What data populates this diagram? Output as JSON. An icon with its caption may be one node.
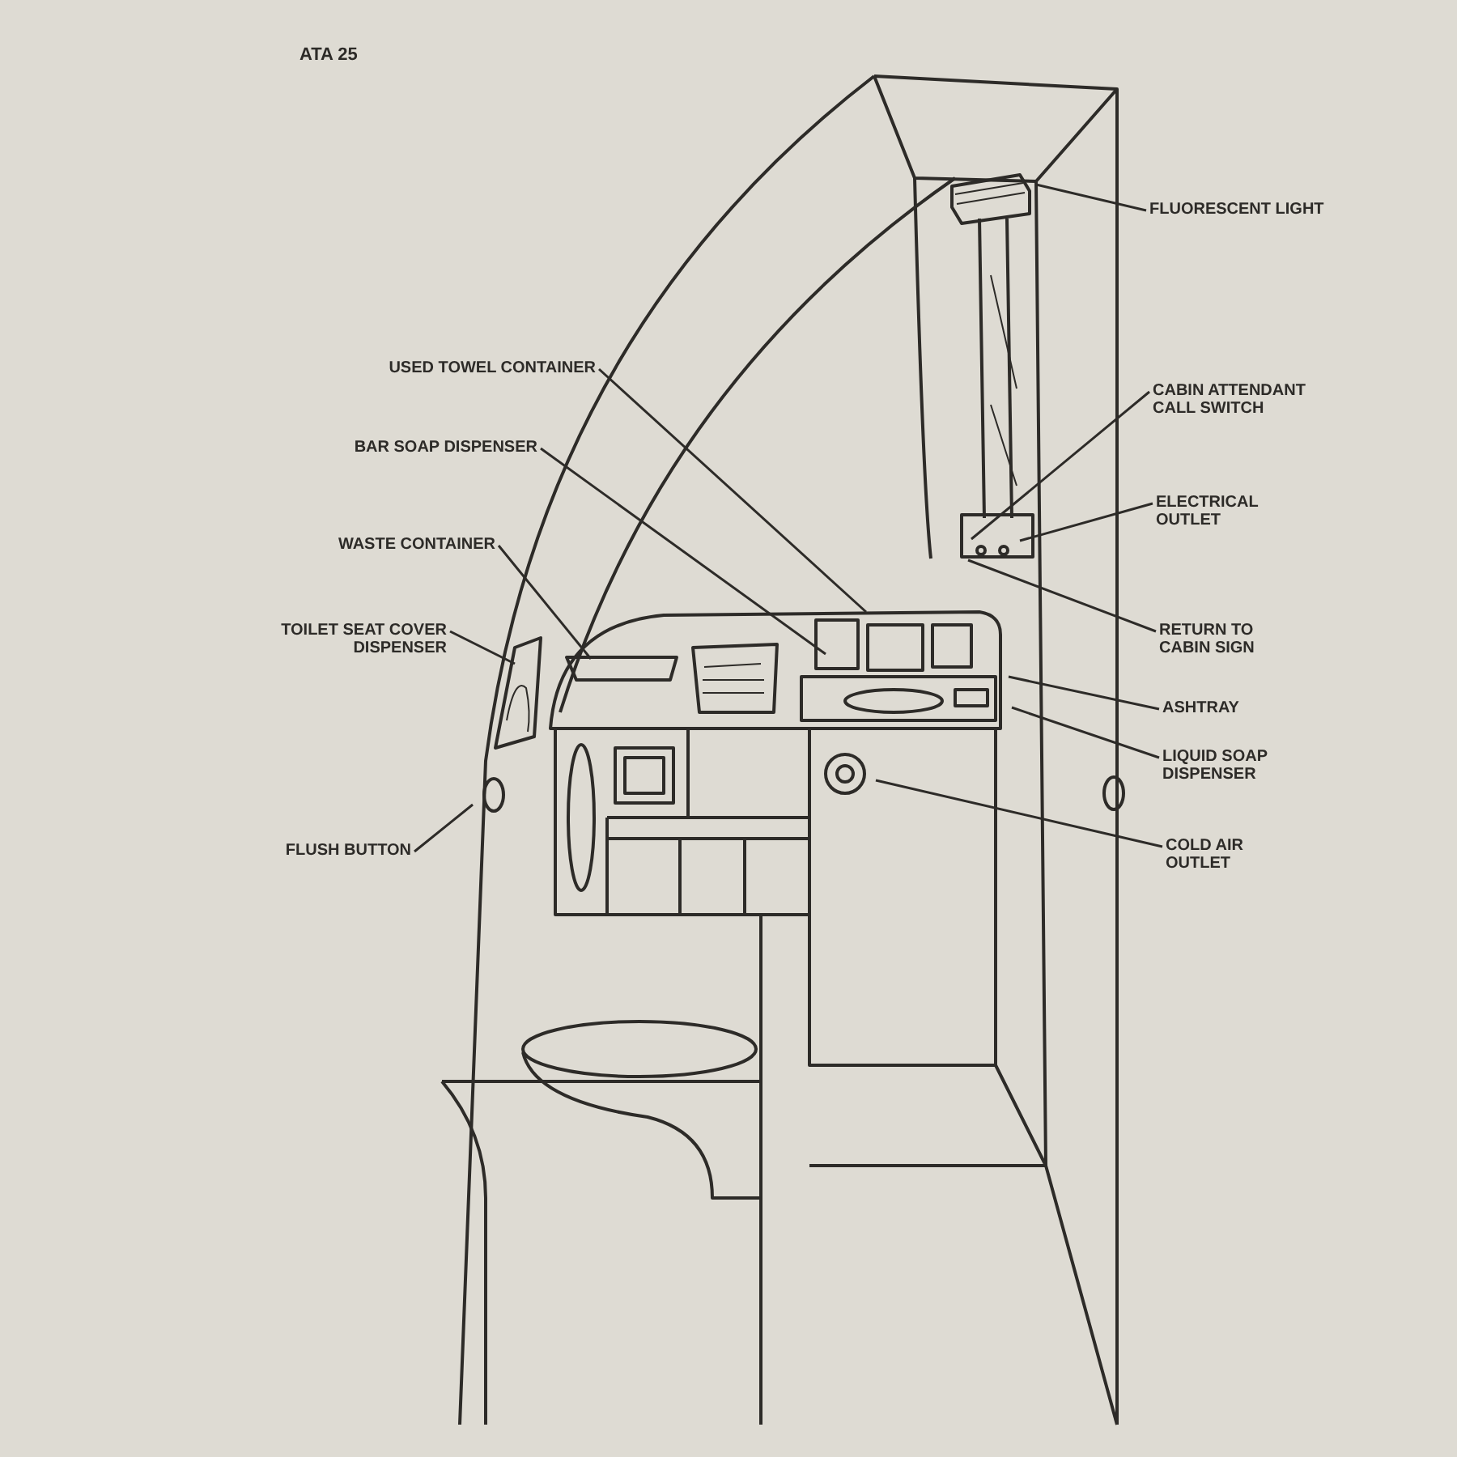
{
  "diagram": {
    "nodes": [
      {
        "text": [
          "USED TOWEL CONTAINER"
        ]
      },
      {
        "text": [
          "BAR SOAP DISPENSER"
        ]
      },
      {
        "text": [
          "WASTE CONTAINER"
        ]
      },
      {
        "text": [
          "TOILET SEAT COVER DISPENSER"
        ]
      },
      {
        "text": [
          "FLUSH BUTTON"
        ]
      },
      {
        "text": [
          "FLUORESCENT LIGHT"
        ]
      },
      {
        "text": [
          "CABIN ATTENDANT CALL SWITCH"
        ]
      },
      {
        "text": [
          "ELECTRICAL OUTLET"
        ]
      },
      {
        "text": [
          "RETURN TO CABIN SIGN"
        ]
      },
      {
        "text": [
          "ASHTRAY"
        ]
      },
      {
        "text": [
          "LIQUID SOAP DISPENSER"
        ]
      },
      {
        "text": [
          "COLD AIR OUTLET"
        ]
      }
    ],
    "edges": [
      {
        "from": 0,
        "to": null,
        "arrow": "none"
      },
      {
        "from": 1,
        "to": null,
        "arrow": "none"
      },
      {
        "from": 2,
        "to": null,
        "arrow": "none"
      },
      {
        "from": 3,
        "to": null,
        "arrow": "none"
      },
      {
        "from": 4,
        "to": null,
        "arrow": "none"
      },
      {
        "from": 5,
        "to": null,
        "arrow": "none"
      },
      {
        "from": 6,
        "to": null,
        "arrow": "none"
      },
      {
        "from": 7,
        "to": null,
        "arrow": "none"
      },
      {
        "from": 8,
        "to": null,
        "arrow": "none"
      },
      {
        "from": 9,
        "to": null,
        "arrow": "none"
      },
      {
        "from": 10,
        "to": null,
        "arrow": "none"
      },
      {
        "from": 11,
        "to": null,
        "arrow": "none"
      }
    ],
    "labels": [
      "ATA 25"
    ]
  }
}
